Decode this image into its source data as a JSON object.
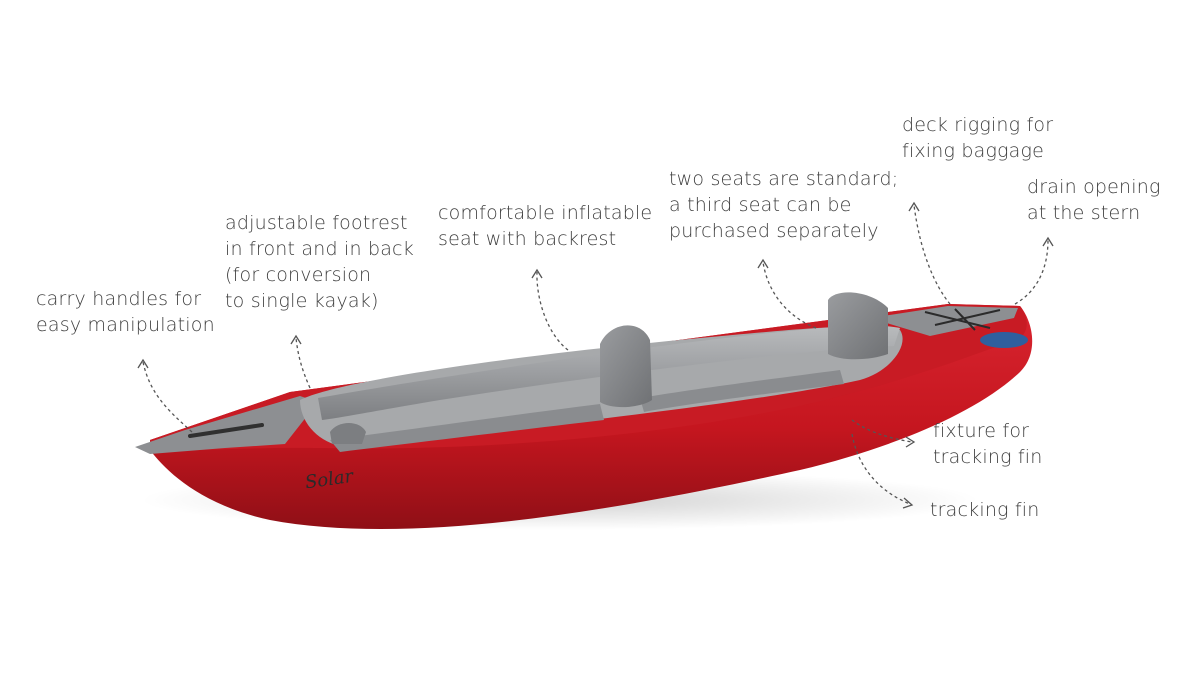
{
  "colors": {
    "hull_red": "#c5161f",
    "hull_shadow": "#8f0f16",
    "deck_gray": "#8d8f92",
    "interior_gray": "#a7a9ab",
    "text": "#3e3e3e",
    "badge_blue": "#2f5f9e"
  },
  "kayak": {
    "model_logo": "Solar"
  },
  "annotations": {
    "carry_handles": {
      "line1": "carry handles for",
      "line2": "easy manipulation"
    },
    "footrest": {
      "line1": "adjustable footrest",
      "line2": "in front and in back",
      "line3": "(for conversion",
      "line4": "to single kayak)"
    },
    "inflatable_seat": {
      "line1": "comfortable inflatable",
      "line2": "seat with backrest"
    },
    "two_seats": {
      "line1": "two seats are standard;",
      "line2": "a third seat can be",
      "line3": "purchased separately"
    },
    "deck_rigging": {
      "line1": "deck rigging for",
      "line2": "fixing baggage"
    },
    "drain_opening": {
      "line1": "drain opening",
      "line2": "at the stern"
    },
    "fin_fixture": {
      "line1": "fixture for",
      "line2": "tracking fin"
    },
    "tracking_fin": {
      "line1": "tracking fin"
    }
  }
}
